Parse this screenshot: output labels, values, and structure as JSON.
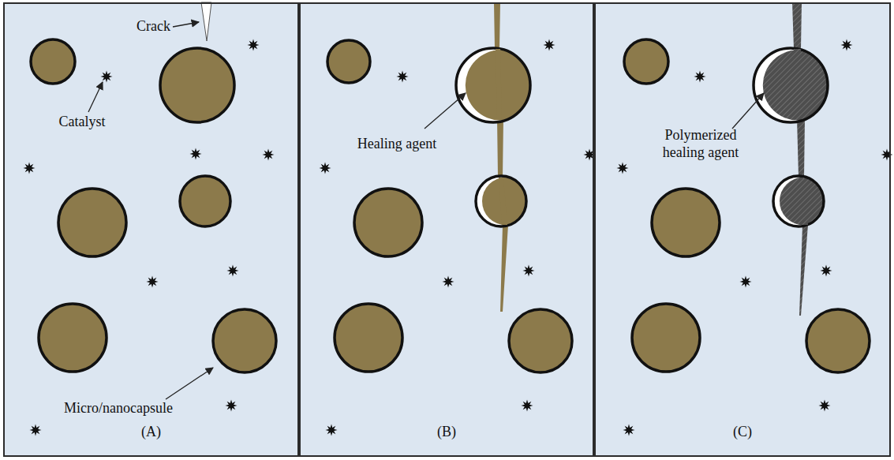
{
  "diagram": {
    "nodes": [
      {
        "text": [
          "(A)"
        ]
      },
      {
        "text": [
          "(B)"
        ]
      },
      {
        "text": [
          "(C)"
        ]
      }
    ],
    "labels": [
      "Crack",
      "Catalyst",
      "Micro/nanocapsule",
      "Healing agent",
      "Polymerized healing agent"
    ]
  }
}
